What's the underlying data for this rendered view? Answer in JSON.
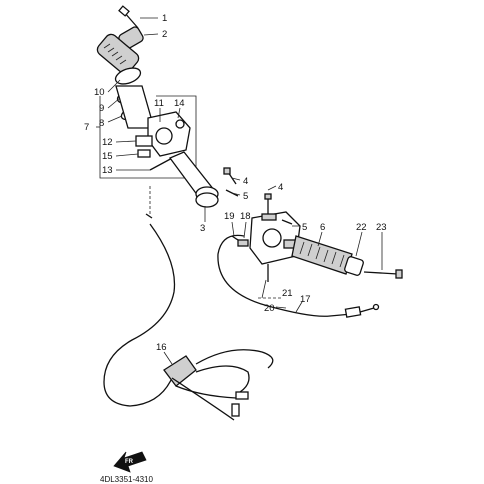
{
  "diagram": {
    "callouts": [
      {
        "id": "c1",
        "text": "1"
      },
      {
        "id": "c2",
        "text": "2"
      },
      {
        "id": "c10",
        "text": "10"
      },
      {
        "id": "c9",
        "text": "9"
      },
      {
        "id": "c8",
        "text": "8"
      },
      {
        "id": "c7",
        "text": "7"
      },
      {
        "id": "c11",
        "text": "11"
      },
      {
        "id": "c14",
        "text": "14"
      },
      {
        "id": "c12",
        "text": "12"
      },
      {
        "id": "c15",
        "text": "15"
      },
      {
        "id": "c13",
        "text": "13"
      },
      {
        "id": "c4a",
        "text": "4"
      },
      {
        "id": "c5a",
        "text": "5"
      },
      {
        "id": "c4b",
        "text": "4"
      },
      {
        "id": "c3",
        "text": "3"
      },
      {
        "id": "c19",
        "text": "19"
      },
      {
        "id": "c18",
        "text": "18"
      },
      {
        "id": "c5b",
        "text": "5"
      },
      {
        "id": "c6",
        "text": "6"
      },
      {
        "id": "c22",
        "text": "22"
      },
      {
        "id": "c23",
        "text": "23"
      },
      {
        "id": "c21",
        "text": "21"
      },
      {
        "id": "c17",
        "text": "17"
      },
      {
        "id": "c20",
        "text": "20"
      },
      {
        "id": "c16",
        "text": "16"
      }
    ],
    "drawing_code": "4DL3351-4310",
    "front_marker": "FR"
  },
  "colors": {
    "ink": "#111111",
    "paper": "#ffffff"
  }
}
